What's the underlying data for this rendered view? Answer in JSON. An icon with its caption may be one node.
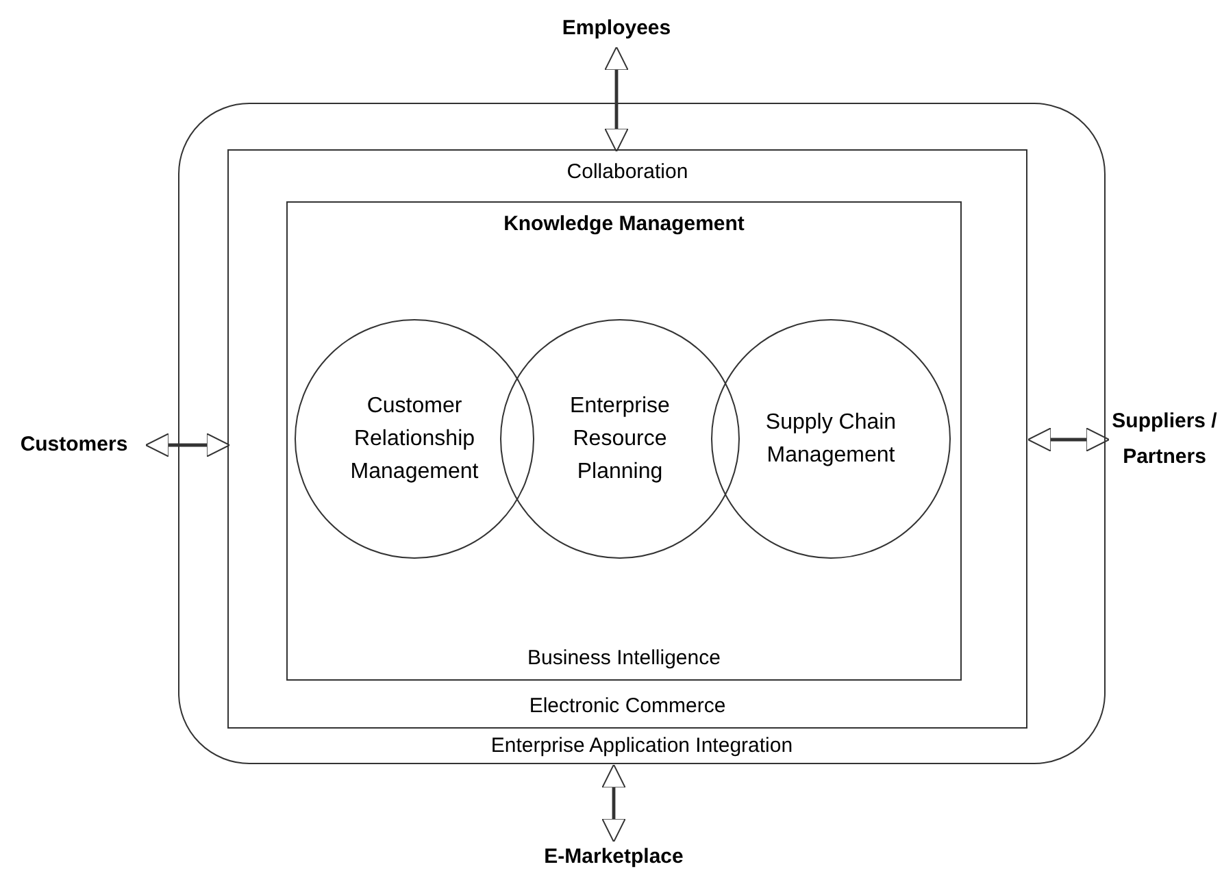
{
  "diagram": {
    "nodes": [
      {
        "text": [
          "Enterprise Application Integration"
        ]
      },
      {
        "text": [
          "Collaboration",
          "Electronic Commerce"
        ],
        "in": 0
      },
      {
        "text": [
          "Knowledge Management",
          "Business Intelligence"
        ],
        "in": 1
      },
      {
        "text": [
          "Customer Relationship Management"
        ],
        "in": 2
      },
      {
        "text": [
          "Enterprise Resource Planning"
        ],
        "in": 2
      },
      {
        "text": [
          "Supply Chain Management"
        ],
        "in": 2
      },
      {
        "text": [
          "Employees"
        ]
      },
      {
        "text": [
          "Customers"
        ]
      },
      {
        "text": [
          "Suppliers / Partners"
        ]
      },
      {
        "text": [
          "E-Marketplace"
        ]
      }
    ],
    "edges": [
      {
        "from": 6,
        "to": 1,
        "arrow": "both"
      },
      {
        "from": 7,
        "to": 1,
        "arrow": "both"
      },
      {
        "from": 1,
        "to": 8,
        "arrow": "both"
      },
      {
        "from": 0,
        "to": 9,
        "arrow": "both"
      }
    ]
  }
}
